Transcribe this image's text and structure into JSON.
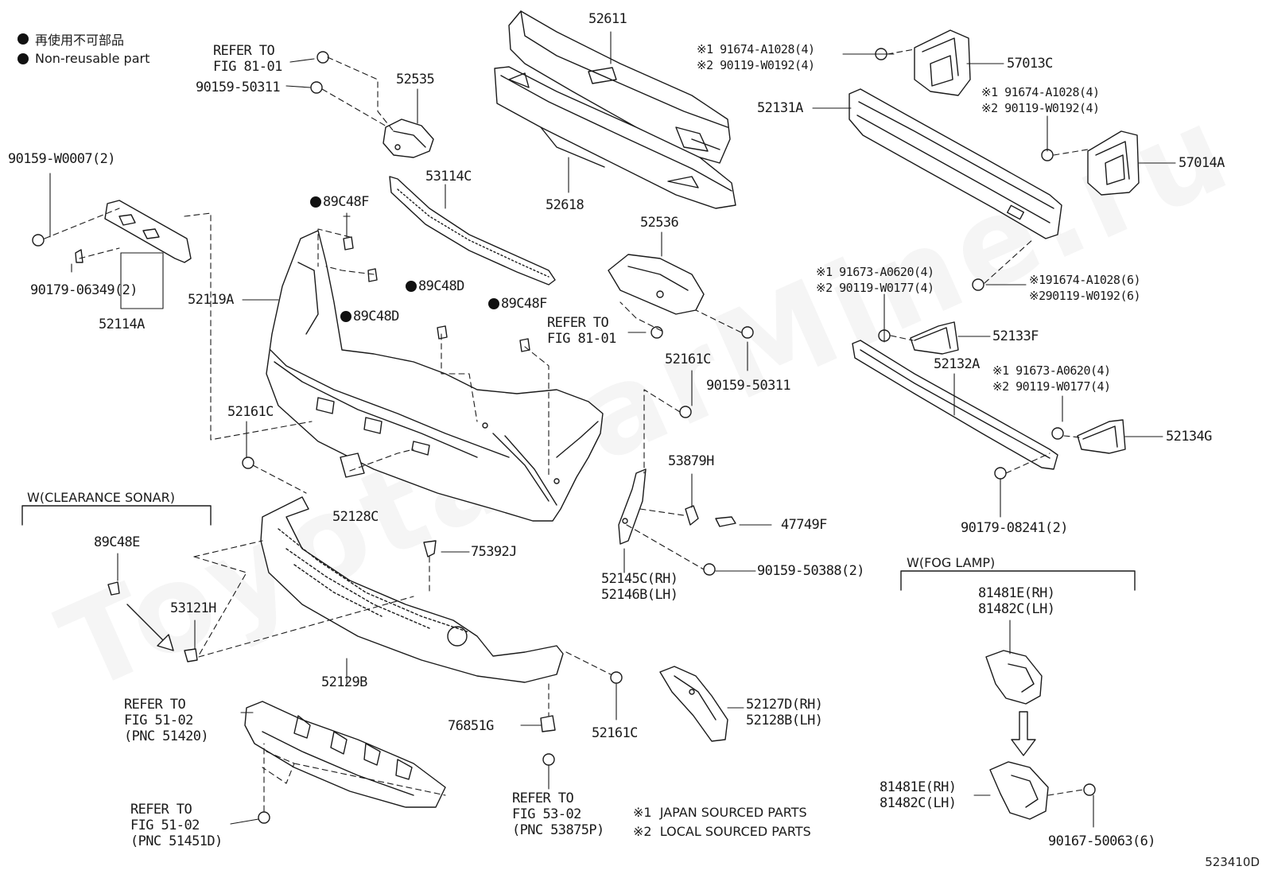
{
  "legend": {
    "jp": "再使用不可部品",
    "en": "Non-reusable part"
  },
  "watermark": "ToyotaCarMine.ru",
  "diagram_id": "523410D",
  "notes": {
    "n1": "※1  JAPAN SOURCED PARTS",
    "n2": "※2  LOCAL SOURCED PARTS"
  },
  "variants": {
    "sonar": "W(CLEARANCE SONAR)",
    "fog": "W(FOG LAMP)"
  },
  "labels": {
    "l52611": "52611",
    "l52618": "52618",
    "l52535": "52535",
    "l53114C": "53114C",
    "l52536": "52536",
    "l57013C": "57013C",
    "l57014A": "57014A",
    "l52131A": "52131A",
    "l52133F": "52133F",
    "l52132A": "52132A",
    "l52134G": "52134G",
    "l52119A": "52119A",
    "l52114A": "52114A",
    "l52128C": "52128C",
    "l52129B": "52129B",
    "l53121H": "53121H",
    "l75392J": "75392J",
    "l53879H": "53879H",
    "l47749F": "47749F",
    "l76851G": "76851G",
    "l89C48E": "89C48E",
    "l52161C_a": "52161C",
    "l52161C_b": "52161C",
    "l52161C_c": "52161C",
    "l89C48F_a": "89C48F",
    "l89C48F_b": "89C48F",
    "l89C48D_a": "89C48D",
    "l89C48D_b": "89C48D",
    "l90159_W0007": "90159-W0007(2)",
    "l90179_06349": "90179-06349(2)",
    "l90159_50311_a": "90159-50311",
    "l90159_50311_b": "90159-50311",
    "l90159_50388": "90159-50388(2)",
    "l90179_08241": "90179-08241(2)",
    "l90167_50063": "90167-50063(6)",
    "l52145C": "52145C(RH)\n52146B(LH)",
    "l52127D": "52127D(RH)\n52128B(LH)",
    "l81481E_a": "81481E(RH)\n81482C(LH)",
    "l81481E_b": "81481E(RH)\n81482C(LH)",
    "ref8101_a": "REFER TO\nFIG 81-01",
    "ref8101_b": "REFER TO\nFIG 81-01",
    "ref5102_a": "REFER TO\nFIG 51-02\n(PNC 51420)",
    "ref5102_b": "REFER TO\nFIG 51-02\n(PNC 51451D)",
    "ref5302": "REFER TO\nFIG 53-02\n(PNC 53875P)",
    "m57013": "※1 91674-A1028(4)\n※2 90119-W0192(4)",
    "m57014": "※1 91674-A1028(4)\n※2 90119-W0192(4)",
    "m52131": "※191674-A1028(6)\n※290119-W0192(6)",
    "m52133": "※1 91673-A0620(4)\n※2 90119-W0177(4)",
    "m52134": "※1 91673-A0620(4)\n※2 90119-W0177(4)"
  }
}
